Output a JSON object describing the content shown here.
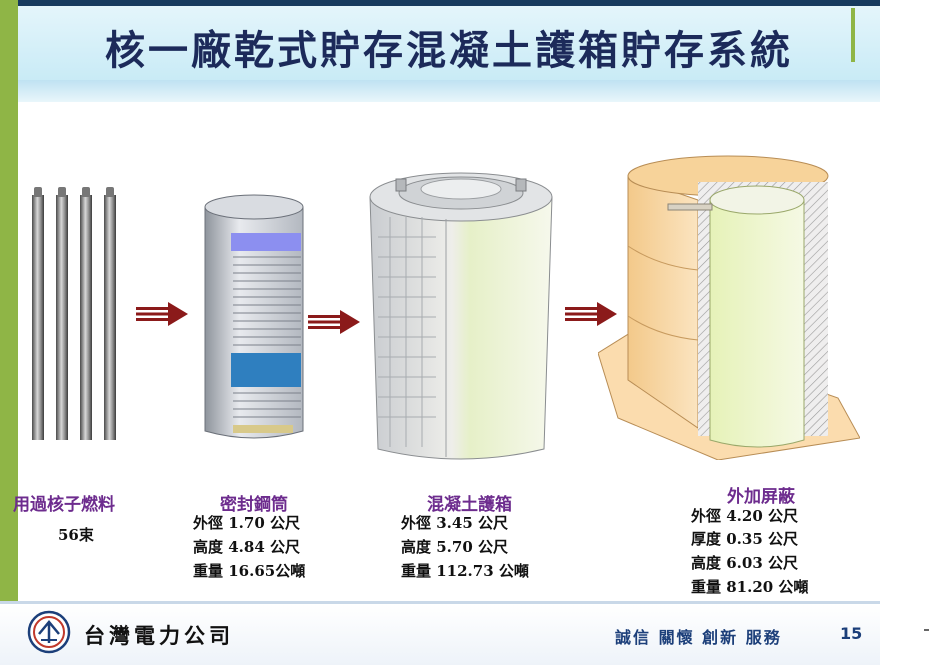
{
  "title": "核一廠乾式貯存混凝土護箱貯存系統",
  "stages": [
    {
      "label": "用過核子燃料",
      "specs": [
        "56束"
      ]
    },
    {
      "label": "密封鋼筒",
      "specs": [
        "外徑 1.70 公尺",
        "高度 4.84 公尺",
        "重量 16.65公噸"
      ]
    },
    {
      "label": "混凝土護箱",
      "specs": [
        "外徑 3.45 公尺",
        "高度 5.70 公尺",
        "重量 112.73 公噸"
      ]
    },
    {
      "label": "外加屏蔽",
      "specs": [
        "外徑 4.20 公尺",
        "厚度 0.35 公尺",
        "高度 6.03 公尺",
        "重量 81.20 公噸"
      ]
    }
  ],
  "footer": {
    "company": "台灣電力公司",
    "motto": "誠信 關懷 創新 服務",
    "page_number": "15"
  },
  "colors": {
    "title": "#1c2a5a",
    "label": "#6d2c8e",
    "arrow": "#8b1a1a",
    "accent_green": "#8fb546",
    "footer_text": "#1c3f7a"
  },
  "icons": [
    "arrow-right-icon",
    "taipower-logo-icon"
  ]
}
